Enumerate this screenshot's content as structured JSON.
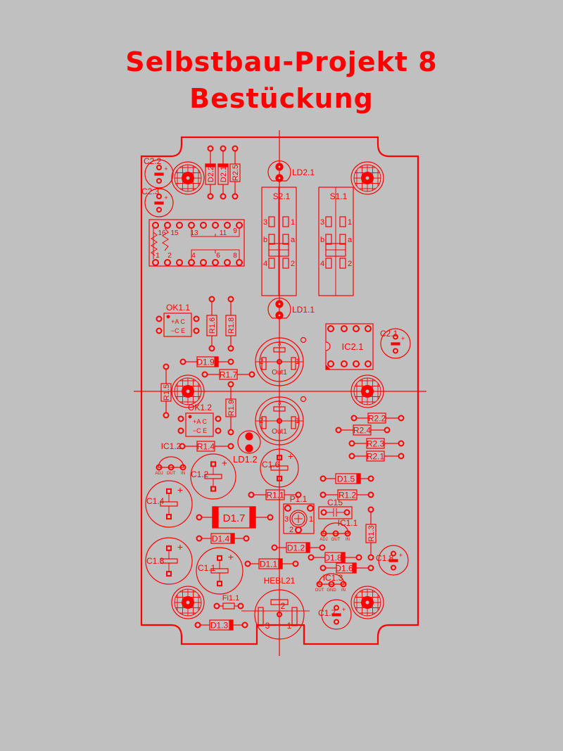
{
  "title": {
    "line1": "Selbstbau-Projekt 8",
    "line2": "Bestückung"
  },
  "colors": {
    "background": "#c0c0c0",
    "ink": "#ff0000"
  },
  "labels": {
    "C22": "C2.2",
    "C23": "C2.3",
    "D22": "D2.2",
    "D21": "D2.1",
    "R25": "R2.5",
    "LD21": "LD2.1",
    "S21": "S2.1",
    "S11": "S1.1",
    "LD11": "LD1.1",
    "OK11": "OK1.1",
    "R16": "R1.6",
    "R18": "R1.8",
    "IC21": "IC2.1",
    "C21": "C2.1",
    "D19": "D1.9",
    "R17": "R1.7",
    "R15": "R1.5",
    "R19": "R1.9",
    "OK12": "OK1.2",
    "IC12": "IC1.2",
    "R14": "R1.4",
    "LD12": "LD1.2",
    "C16": "C1.6",
    "R22": "R2.2",
    "R24": "R2.4",
    "R23": "R2.3",
    "R21": "R2.1",
    "C12": "C1.2",
    "C14": "C1.4",
    "D15": "D1.5",
    "R11": "R1.1",
    "P11": "P1.1",
    "R12": "R1.2",
    "C15": "C15",
    "D17": "D1.7",
    "IC11": "IC1.1",
    "R13": "R1.3",
    "D14": "D1.4",
    "D12": "D1.2",
    "C13": "C1.3",
    "C11": "C1.1",
    "D11": "D1.1",
    "D18": "D1.8",
    "D16": "D1.6",
    "C18": "C1.8",
    "HEBL21": "HEBL21",
    "IC13": "IC1.3",
    "Fi11": "Fi1.1",
    "C17": "C1.7",
    "D13": "D1.3",
    "Out1a": "Out1",
    "Out1b": "Out1"
  },
  "pins": {
    "p3": "3",
    "p1": "1",
    "pb": "b",
    "pa": "a",
    "p4": "4",
    "p2": "2",
    "adj": "ADJ",
    "out": "OUT",
    "in": "IN",
    "gnd": "GND",
    "k16": "16",
    "k15": "15",
    "k13": "13",
    "k11": "11",
    "k9": "9",
    "k1": "1",
    "k2": "2",
    "k4": "4",
    "k6": "6",
    "k8": "8",
    "okA": "+A  C",
    "okC": "−C  E",
    "plus": "+"
  }
}
